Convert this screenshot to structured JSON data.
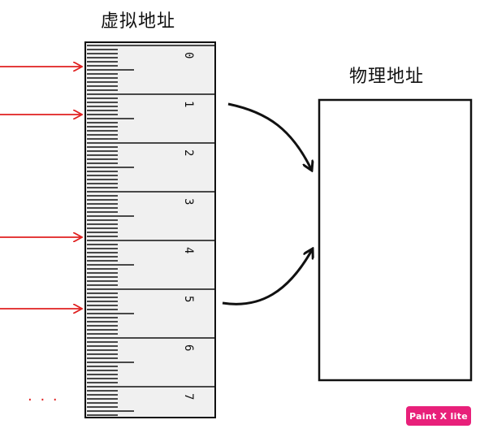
{
  "titles": {
    "virtual": "虚拟地址",
    "physical": "物理地址"
  },
  "ruler": {
    "labels": [
      "0",
      "1",
      "2",
      "3",
      "4",
      "5",
      "6",
      "7"
    ]
  },
  "ellipsis": "· · ·",
  "watermark": "Paint X lite",
  "colors": {
    "arrow": "#e02020",
    "stroke": "#111111",
    "ruler_fill": "#f0f0f0",
    "watermark_bg": "#e8207a"
  }
}
